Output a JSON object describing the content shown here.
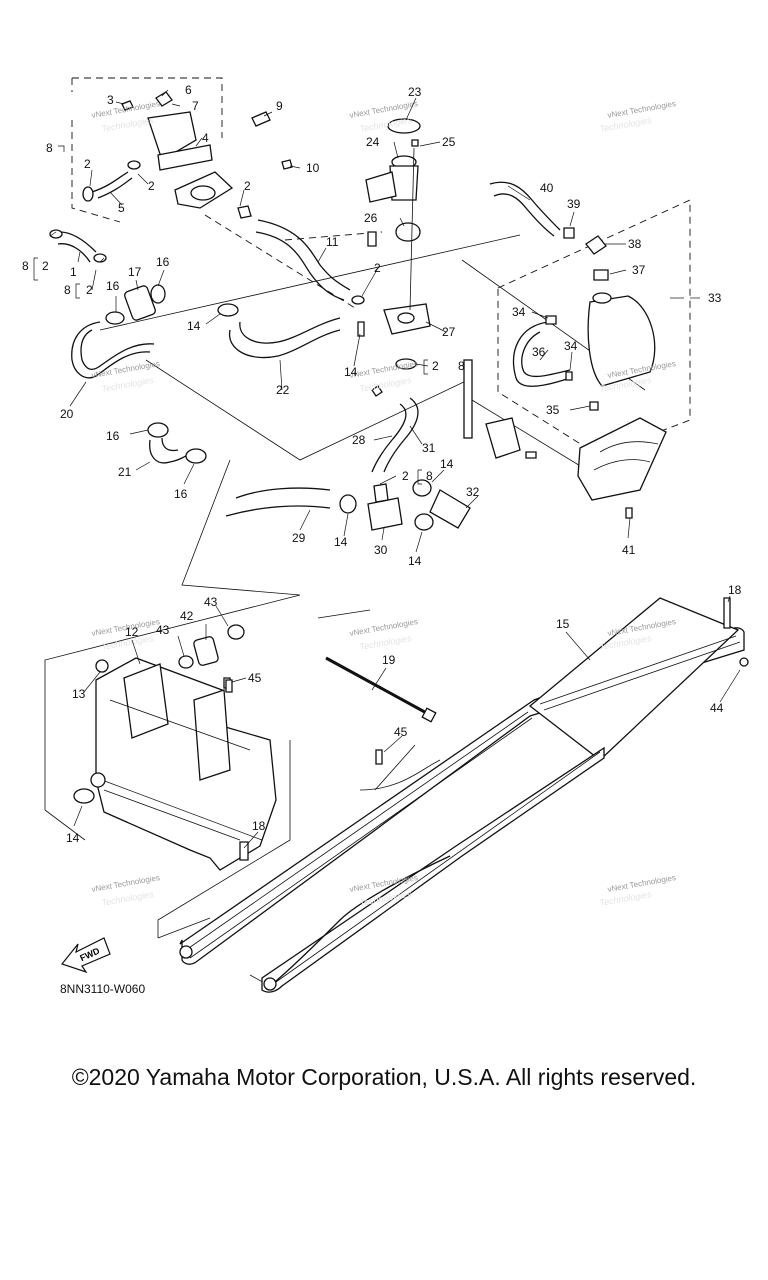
{
  "diagram": {
    "code": "8NN3110-W060",
    "fwd_label": "FWD",
    "watermark_line1": "vNext Technologies",
    "watermark_line2": "Technologies",
    "callouts": {
      "c1": "1",
      "c2": "2",
      "c3": "3",
      "c4": "4",
      "c5": "5",
      "c6": "6",
      "c7": "7",
      "c8": "8",
      "c9": "9",
      "c10": "10",
      "c11": "11",
      "c12": "12",
      "c13": "13",
      "c14": "14",
      "c15": "15",
      "c16": "16",
      "c17": "17",
      "c18": "18",
      "c19": "19",
      "c20": "20",
      "c21": "21",
      "c22": "22",
      "c23": "23",
      "c24": "24",
      "c25": "25",
      "c26": "26",
      "c27": "27",
      "c28": "28",
      "c29": "29",
      "c30": "30",
      "c31": "31",
      "c32": "32",
      "c33": "33",
      "c34": "34",
      "c35": "35",
      "c36": "36",
      "c37": "37",
      "c38": "38",
      "c39": "39",
      "c40": "40",
      "c41": "41",
      "c42": "42",
      "c43": "43",
      "c44": "44",
      "c45": "45"
    }
  },
  "footer": {
    "copyright": "©2020 Yamaha Motor Corporation, U.S.A. All rights reserved."
  }
}
